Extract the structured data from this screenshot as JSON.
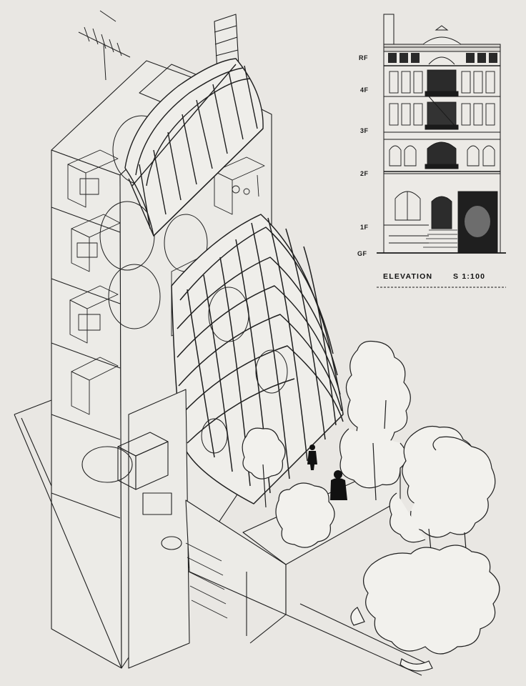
{
  "elevation": {
    "floor_labels": [
      "RF",
      "4F",
      "3F",
      "2F",
      "1F",
      "GF"
    ],
    "caption": "ELEVATION",
    "scale": "S 1:100"
  },
  "colors": {
    "paper": "#e9e7e3",
    "ink": "#1a1a1a"
  }
}
